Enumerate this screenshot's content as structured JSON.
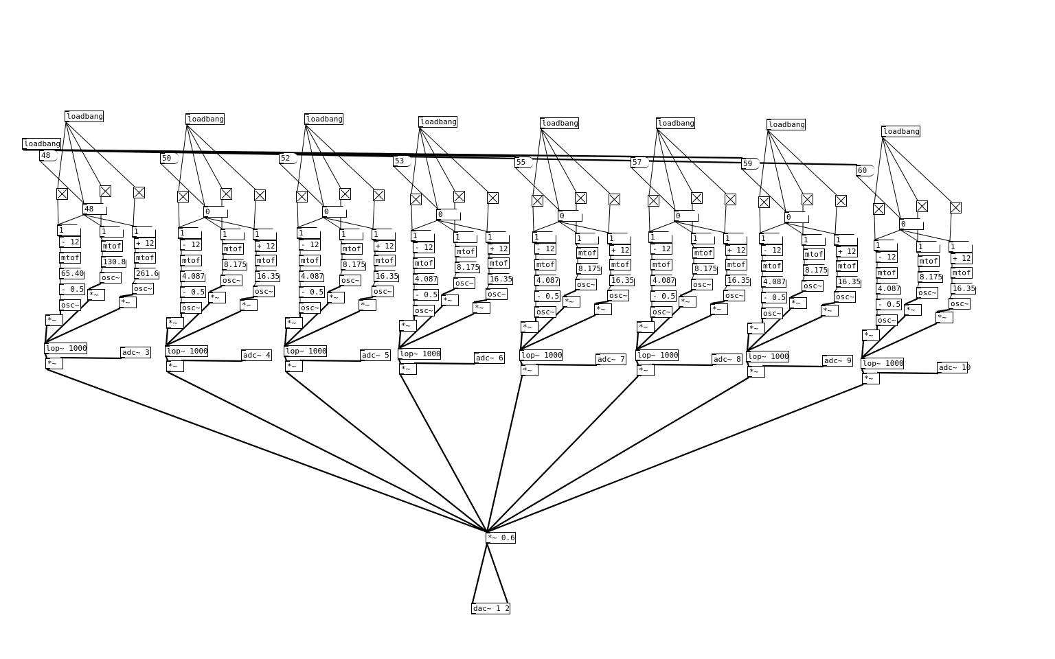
{
  "global_loadbang": "loadbang",
  "modules": [
    {
      "loadbang": "loadbang",
      "msg": "48",
      "num": "48",
      "one": "1",
      "minus12": "- 12",
      "mtof": "mtof",
      "low": "65.40",
      "minus05": "- 0.5",
      "osc": "osc~",
      "mul": "*~",
      "mid": "130.8",
      "plus12": "+ 12",
      "high": "261.6",
      "lop": "lop~ 1000",
      "adc": "adc~ 3"
    },
    {
      "loadbang": "loadbang",
      "msg": "50",
      "num": "0",
      "one": "1",
      "minus12": "- 12",
      "mtof": "mtof",
      "low": "4.087",
      "minus05": "- 0.5",
      "osc": "osc~",
      "mul": "*~",
      "mid": "8.175",
      "plus12": "+ 12",
      "high": "16.35",
      "lop": "lop~ 1000",
      "adc": "adc~ 4"
    },
    {
      "loadbang": "loadbang",
      "msg": "52",
      "num": "0",
      "one": "1",
      "minus12": "- 12",
      "mtof": "mtof",
      "low": "4.087",
      "minus05": "- 0.5",
      "osc": "osc~",
      "mul": "*~",
      "mid": "8.175",
      "plus12": "+ 12",
      "high": "16.35",
      "lop": "lop~ 1000",
      "adc": "adc~ 5"
    },
    {
      "loadbang": "loadbang",
      "msg": "53",
      "num": "0",
      "one": "1",
      "minus12": "- 12",
      "mtof": "mtof",
      "low": "4.087",
      "minus05": "- 0.5",
      "osc": "osc~",
      "mul": "*~",
      "mid": "8.175",
      "plus12": "+ 12",
      "high": "16.35",
      "lop": "lop~ 1000",
      "adc": "adc~ 6"
    },
    {
      "loadbang": "loadbang",
      "msg": "55",
      "num": "0",
      "one": "1",
      "minus12": "- 12",
      "mtof": "mtof",
      "low": "4.087",
      "minus05": "- 0.5",
      "osc": "osc~",
      "mul": "*~",
      "mid": "8.175",
      "plus12": "+ 12",
      "high": "16.35",
      "lop": "lop~ 1000",
      "adc": "adc~ 7"
    },
    {
      "loadbang": "loadbang",
      "msg": "57",
      "num": "0",
      "one": "1",
      "minus12": "- 12",
      "mtof": "mtof",
      "low": "4.087",
      "minus05": "- 0.5",
      "osc": "osc~",
      "mul": "*~",
      "mid": "8.175",
      "plus12": "+ 12",
      "high": "16.35",
      "lop": "lop~ 1000",
      "adc": "adc~ 8"
    },
    {
      "loadbang": "loadbang",
      "msg": "59",
      "num": "0",
      "one": "1",
      "minus12": "- 12",
      "mtof": "mtof",
      "low": "4.087",
      "minus05": "- 0.5",
      "osc": "osc~",
      "mul": "*~",
      "mid": "8.175",
      "plus12": "+ 12",
      "high": "16.35",
      "lop": "lop~ 1000",
      "adc": "adc~ 9"
    },
    {
      "loadbang": "loadbang",
      "msg": "60",
      "num": "0",
      "one": "1",
      "minus12": "- 12",
      "mtof": "mtof",
      "low": "4.087",
      "minus05": "- 0.5",
      "osc": "osc~",
      "mul": "*~",
      "mid": "8.175",
      "plus12": "+ 12",
      "high": "16.35",
      "lop": "lop~ 1000",
      "adc": "adc~ 10"
    }
  ],
  "master_gain": "*~ 0.6",
  "dac": "dac~ 1 2"
}
